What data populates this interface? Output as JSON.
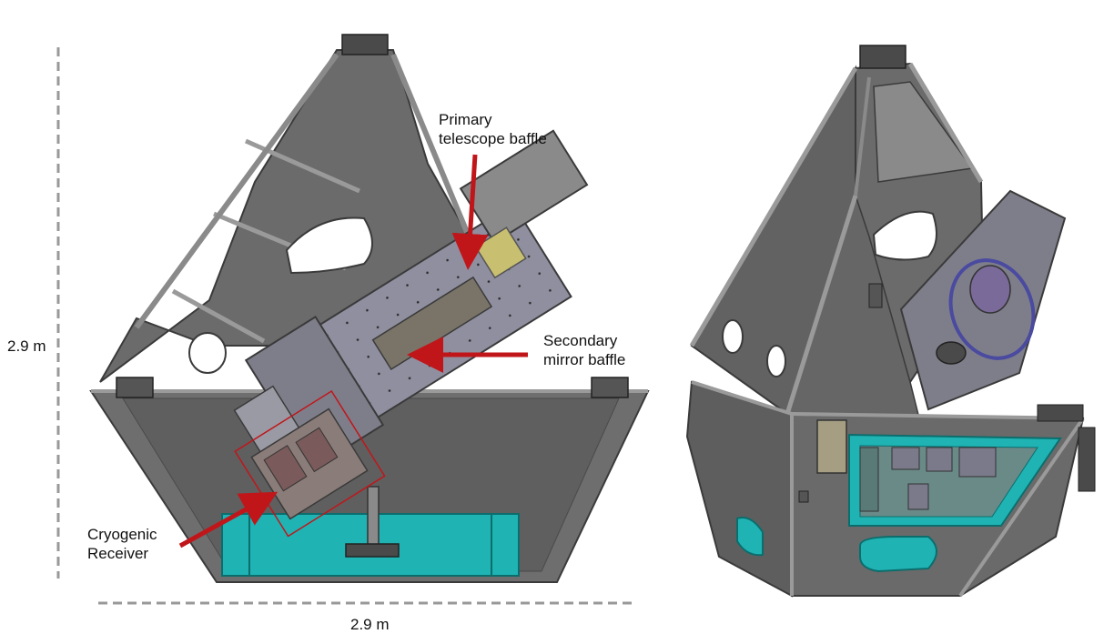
{
  "labels": {
    "primary_baffle": "Primary\ntelescope baffle",
    "secondary_baffle": "Secondary\nmirror baffle",
    "cryogenic_receiver": "Cryogenic\nReceiver"
  },
  "dimensions": {
    "height": "2.9 m",
    "width": "2.9 m"
  },
  "colors": {
    "frame": "#707070",
    "frame_dark": "#5a5a5a",
    "frame_light": "#9a9a9a",
    "outline": "#3a3a3a",
    "tube": "#8f8fa0",
    "teal": "#1fb3b3",
    "arrow": "#c0161a",
    "dim_line": "#999999"
  }
}
